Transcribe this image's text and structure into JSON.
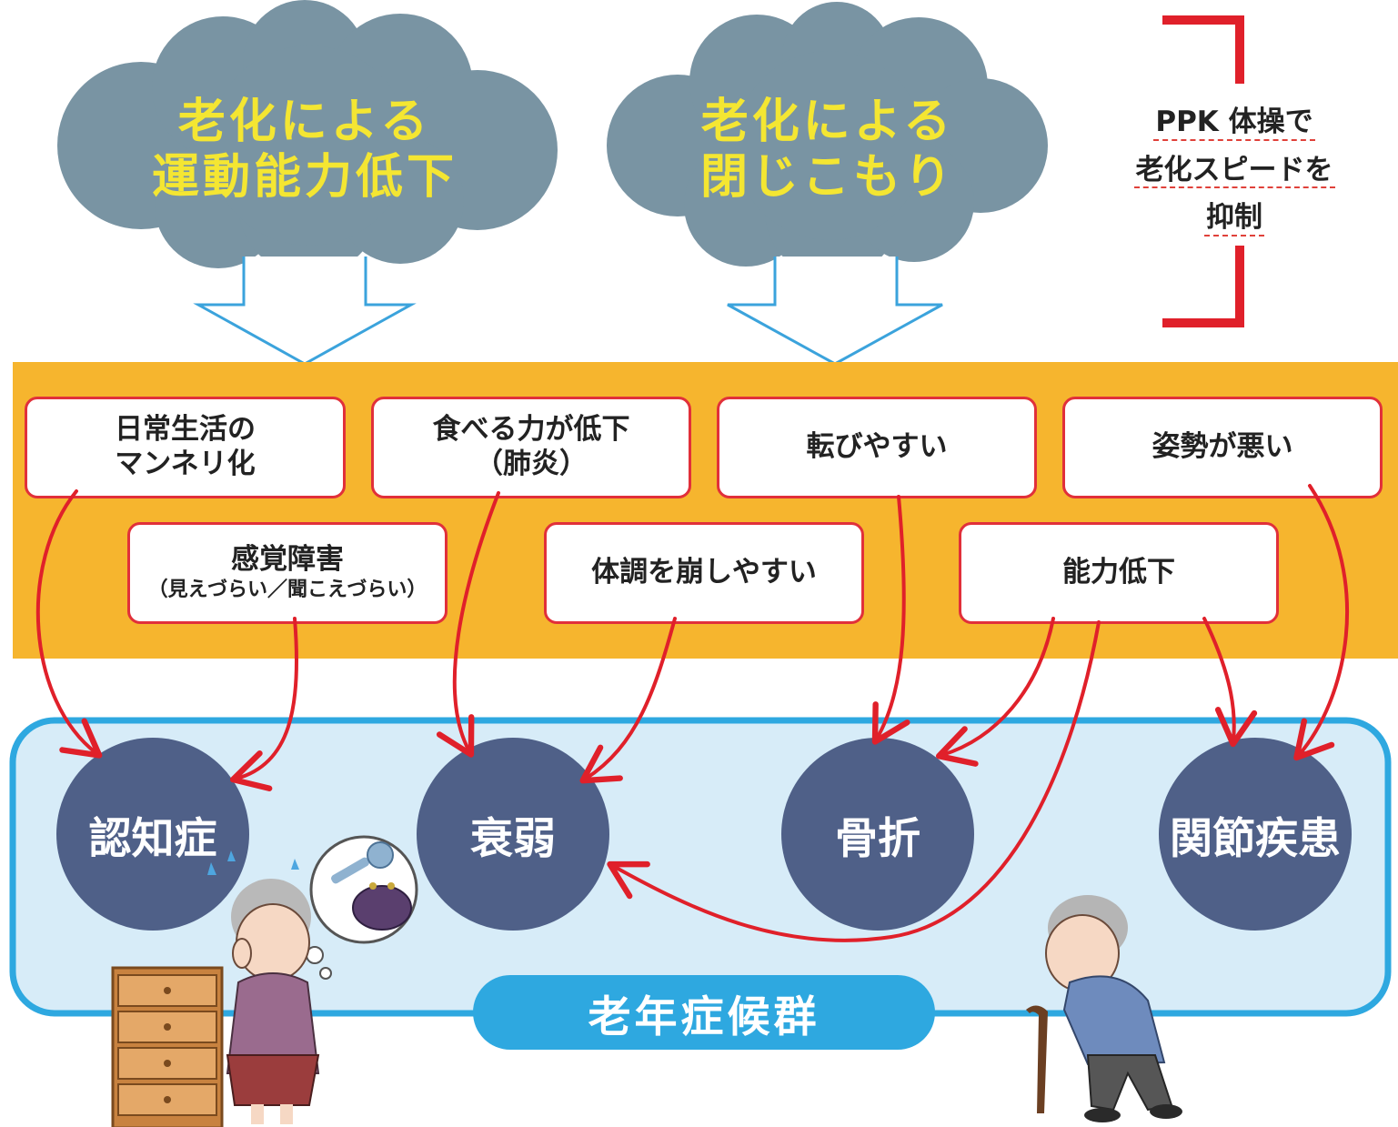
{
  "colors": {
    "cloud": "#7994a3",
    "cloud_text": "#f4e632",
    "orange_band": "#f6b52e",
    "box_border": "#e1303a",
    "arrow_red": "#e0202a",
    "circle": "#4f6088",
    "syndrome_bg": "#d7ecf8",
    "syndrome_border": "#2ea8e0",
    "pill": "#2ea8e0",
    "outline_arrow": "#3ba3dc",
    "bracket": "#e0202a"
  },
  "clouds": [
    {
      "lines": [
        "老化による",
        "運動能力低下"
      ]
    },
    {
      "lines": [
        "老化による",
        "閉じこもり"
      ]
    }
  ],
  "ppk": {
    "lines": [
      "PPK 体操で",
      "老化スピードを",
      "抑制"
    ]
  },
  "boxes": {
    "routine": {
      "lines": [
        "日常生活の",
        "マンネリ化"
      ]
    },
    "eating": {
      "lines": [
        "食べる力が低下"
      ],
      "sub": "（肺炎）"
    },
    "falls": {
      "lines": [
        "転びやすい"
      ]
    },
    "posture": {
      "lines": [
        "姿勢が悪い"
      ]
    },
    "sensory": {
      "lines": [
        "感覚障害"
      ],
      "sub": "（見えづらい／聞こえづらい）"
    },
    "condition": {
      "lines": [
        "体調を崩しやすい"
      ]
    },
    "ability": {
      "lines": [
        "能力低下"
      ]
    }
  },
  "outcomes": {
    "dementia": "認知症",
    "frailty": "衰弱",
    "fracture": "骨折",
    "joint": "関節疾患"
  },
  "syndrome": {
    "label": "老年症候群"
  },
  "illustrations": [
    {
      "icon": "forgetful-grandma-illustration"
    },
    {
      "icon": "key-and-purse-thought-bubble-icon"
    },
    {
      "icon": "chest-of-drawers-illustration"
    },
    {
      "icon": "grandpa-with-cane-illustration"
    }
  ]
}
